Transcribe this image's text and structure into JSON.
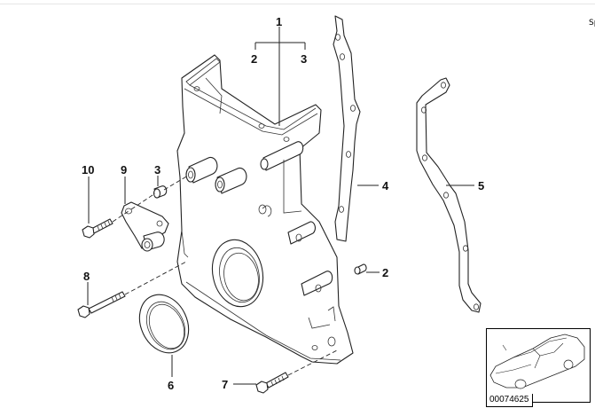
{
  "corner_label": "Sp",
  "diagram": {
    "title": "Timing case cover (lower) exploded view",
    "callouts": [
      {
        "id": "1",
        "label": "1",
        "part": "timing-case-cover"
      },
      {
        "id": "2a",
        "label": "2",
        "part": "dowel-sleeve (cover group)"
      },
      {
        "id": "3a",
        "label": "3",
        "part": "dowel-sleeve (cover group)"
      },
      {
        "id": "3b",
        "label": "3",
        "part": "dowel-sleeve"
      },
      {
        "id": "4",
        "label": "4",
        "part": "gasket-left"
      },
      {
        "id": "5",
        "label": "5",
        "part": "gasket-right"
      },
      {
        "id": "2b",
        "label": "2",
        "part": "dowel-pin"
      },
      {
        "id": "6",
        "label": "6",
        "part": "shaft-seal-ring"
      },
      {
        "id": "7",
        "label": "7",
        "part": "hex-bolt-bottom"
      },
      {
        "id": "8",
        "label": "8",
        "part": "long-hex-bolt"
      },
      {
        "id": "9",
        "label": "9",
        "part": "bracket"
      },
      {
        "id": "10",
        "label": "10",
        "part": "hex-bolt-bracket"
      }
    ]
  },
  "thumbnail": {
    "description": "vehicle silhouette",
    "image_id_label": "00074625"
  }
}
